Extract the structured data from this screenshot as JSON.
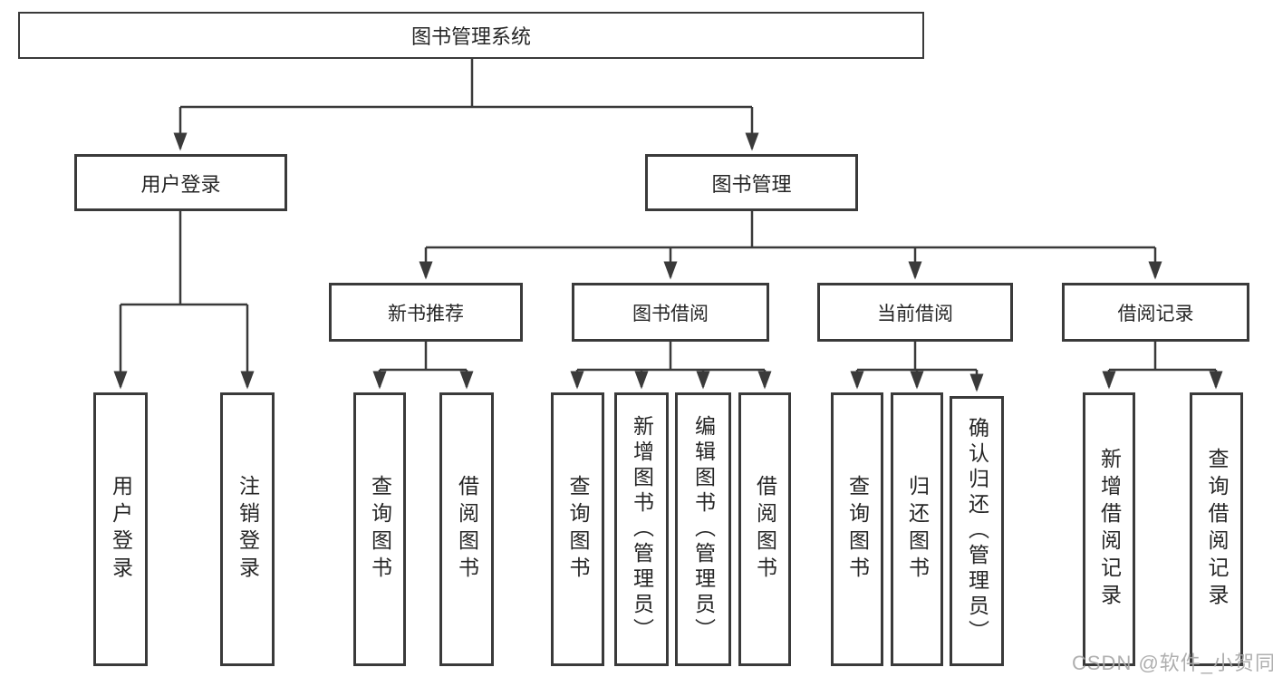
{
  "diagram": {
    "colors": {
      "line": "#3a3a3a",
      "text": "#262626",
      "background": "#ffffff",
      "watermark": "#a8a8a8"
    },
    "root": {
      "label": "图书管理系统"
    },
    "branches": {
      "user_login": {
        "label": "用户登录",
        "children": [
          "用户登录",
          "注销登录"
        ]
      },
      "book_management": {
        "label": "图书管理"
      }
    },
    "modules": {
      "new_book": {
        "label": "新书推荐",
        "children": [
          "查询图书",
          "借阅图书"
        ]
      },
      "book_borrow": {
        "label": "图书借阅",
        "children": [
          "查询图书",
          "新增图书（管理员）",
          "编辑图书（管理员）",
          "借阅图书"
        ]
      },
      "current_borrow": {
        "label": "当前借阅",
        "children": [
          "查询图书",
          "归还图书",
          "确认归还（管理员）"
        ]
      },
      "borrow_record": {
        "label": "借阅记录",
        "children": [
          "新增借阅记录",
          "查询借阅记录"
        ]
      }
    },
    "watermark": "CSDN @软件_小贺同学"
  }
}
